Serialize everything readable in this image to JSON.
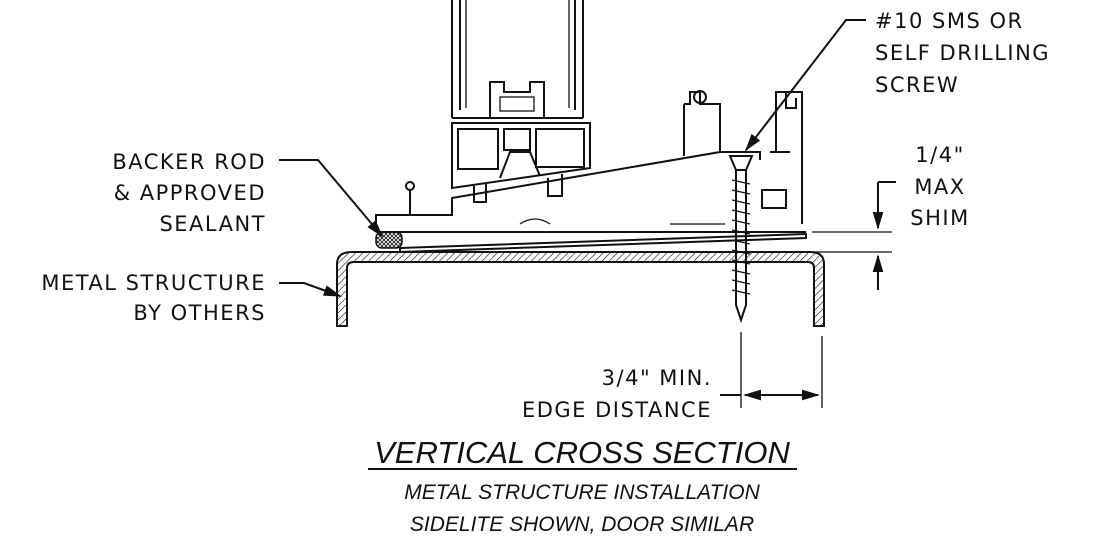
{
  "callouts": {
    "screw": [
      "#10 SMS OR",
      "SELF DRILLING",
      "SCREW"
    ],
    "backer_rod": [
      "BACKER ROD",
      "& APPROVED",
      "SEALANT"
    ],
    "metal_structure": [
      "METAL STRUCTURE",
      "BY OTHERS"
    ],
    "shim": [
      "1/4\"",
      "MAX",
      "SHIM"
    ],
    "edge_distance": [
      "3/4\" MIN.",
      "EDGE DISTANCE"
    ]
  },
  "title": "VERTICAL CROSS SECTION",
  "subtitle_1": "METAL STRUCTURE INSTALLATION",
  "subtitle_2": "SIDELITE SHOWN, DOOR SIMILAR",
  "colors": {
    "ink": "#111111",
    "paper": "#ffffff"
  }
}
